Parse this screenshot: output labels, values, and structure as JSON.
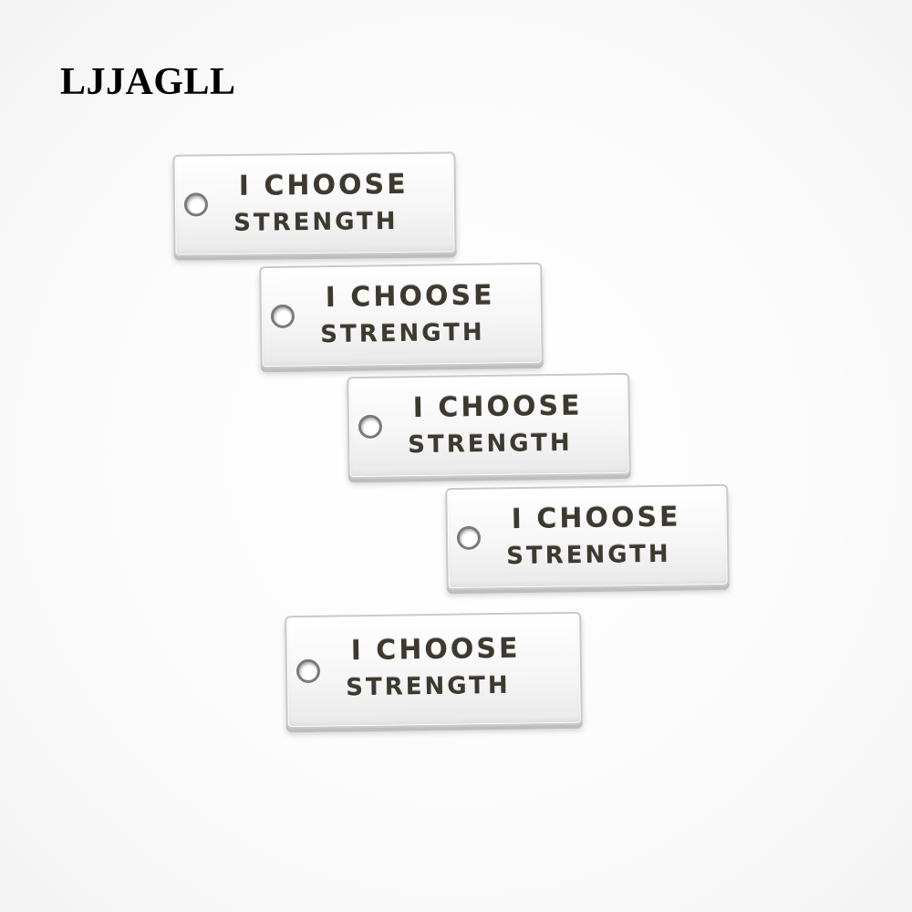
{
  "brand": {
    "name": "LJJAGLL"
  },
  "tags": [
    {
      "line1": "I CHOOSE",
      "line2": "STRENGTH"
    },
    {
      "line1": "I CHOOSE",
      "line2": "STRENGTH"
    },
    {
      "line1": "I CHOOSE",
      "line2": "STRENGTH"
    },
    {
      "line1": "I CHOOSE",
      "line2": "STRENGTH"
    },
    {
      "line1": "I CHOOSE",
      "line2": "STRENGTH"
    }
  ],
  "colors": {
    "background": "#ffffff",
    "metal": "#eeeeee",
    "engraving": "#3c3a2f",
    "brand_text": "#000000"
  }
}
